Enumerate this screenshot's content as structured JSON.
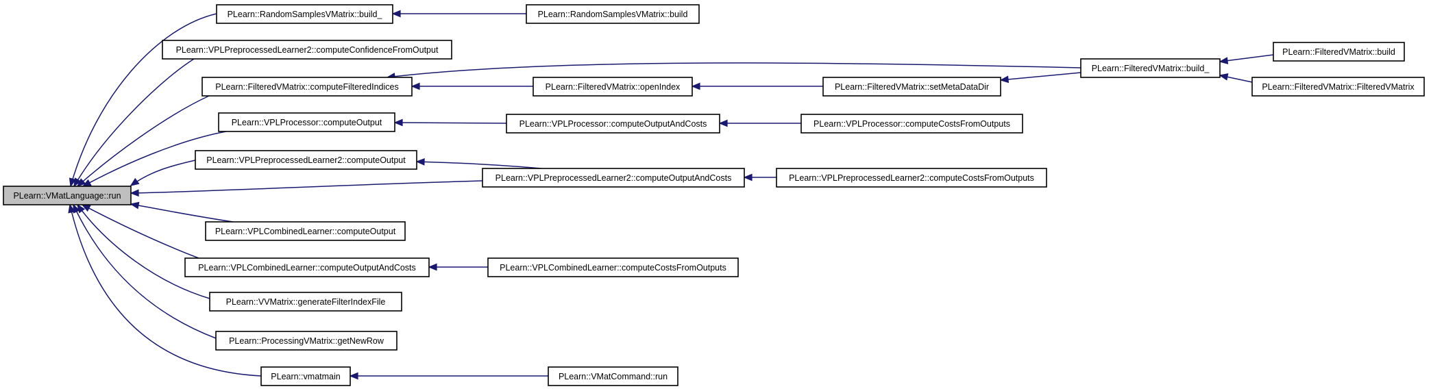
{
  "colors": {
    "edge": "#191970",
    "node_fill": "#ffffff",
    "root_fill": "#bfbfbf",
    "node_border": "#000000"
  },
  "graph": {
    "root": "PLearn::VMatLanguage::run",
    "nodes": [
      {
        "id": "run",
        "label": "PLearn::VMatLanguage::run",
        "root": true
      },
      {
        "id": "rsbuild_",
        "label": "PLearn::RandomSamplesVMatrix::build_"
      },
      {
        "id": "rsbuild",
        "label": "PLearn::RandomSamplesVMatrix::build"
      },
      {
        "id": "vplp2conf",
        "label": "PLearn::VPLPreprocessedLearner2::computeConfidenceFromOutput"
      },
      {
        "id": "fvfiltered",
        "label": "PLearn::FilteredVMatrix::computeFilteredIndices"
      },
      {
        "id": "fvopen",
        "label": "PLearn::FilteredVMatrix::openIndex"
      },
      {
        "id": "fvsetmeta",
        "label": "PLearn::FilteredVMatrix::setMetaDataDir"
      },
      {
        "id": "fvbuild_",
        "label": "PLearn::FilteredVMatrix::build_"
      },
      {
        "id": "fvbuild",
        "label": "PLearn::FilteredVMatrix::build"
      },
      {
        "id": "fvctor",
        "label": "PLearn::FilteredVMatrix::FilteredVMatrix"
      },
      {
        "id": "vplpout",
        "label": "PLearn::VPLProcessor::computeOutput"
      },
      {
        "id": "vplpoutcost",
        "label": "PLearn::VPLProcessor::computeOutputAndCosts"
      },
      {
        "id": "vplpcost",
        "label": "PLearn::VPLProcessor::computeCostsFromOutputs"
      },
      {
        "id": "vplp2out",
        "label": "PLearn::VPLPreprocessedLearner2::computeOutput"
      },
      {
        "id": "vplp2outcost",
        "label": "PLearn::VPLPreprocessedLearner2::computeOutputAndCosts"
      },
      {
        "id": "vplp2cost",
        "label": "PLearn::VPLPreprocessedLearner2::computeCostsFromOutputs"
      },
      {
        "id": "vplcout",
        "label": "PLearn::VPLCombinedLearner::computeOutput"
      },
      {
        "id": "vplcoutcost",
        "label": "PLearn::VPLCombinedLearner::computeOutputAndCosts"
      },
      {
        "id": "vplccost",
        "label": "PLearn::VPLCombinedLearner::computeCostsFromOutputs"
      },
      {
        "id": "vvgen",
        "label": "PLearn::VVMatrix::generateFilterIndexFile"
      },
      {
        "id": "pvgetrow",
        "label": "PLearn::ProcessingVMatrix::getNewRow"
      },
      {
        "id": "vmatmain",
        "label": "PLearn::vmatmain"
      },
      {
        "id": "vmcrun",
        "label": "PLearn::VMatCommand::run"
      }
    ],
    "edges": [
      {
        "from": "rsbuild_",
        "to": "run"
      },
      {
        "from": "vplp2conf",
        "to": "run"
      },
      {
        "from": "fvfiltered",
        "to": "run"
      },
      {
        "from": "vplpout",
        "to": "run"
      },
      {
        "from": "vplp2out",
        "to": "run"
      },
      {
        "from": "vplp2outcost",
        "to": "run"
      },
      {
        "from": "vplcout",
        "to": "run"
      },
      {
        "from": "vplcoutcost",
        "to": "run"
      },
      {
        "from": "vvgen",
        "to": "run"
      },
      {
        "from": "pvgetrow",
        "to": "run"
      },
      {
        "from": "vmatmain",
        "to": "run"
      },
      {
        "from": "rsbuild",
        "to": "rsbuild_"
      },
      {
        "from": "fvopen",
        "to": "fvfiltered"
      },
      {
        "from": "fvbuild_",
        "to": "fvfiltered"
      },
      {
        "from": "fvsetmeta",
        "to": "fvopen"
      },
      {
        "from": "fvbuild_",
        "to": "fvsetmeta"
      },
      {
        "from": "fvbuild",
        "to": "fvbuild_"
      },
      {
        "from": "fvctor",
        "to": "fvbuild_"
      },
      {
        "from": "vplpoutcost",
        "to": "vplpout"
      },
      {
        "from": "vplpcost",
        "to": "vplpoutcost"
      },
      {
        "from": "vplp2outcost",
        "to": "vplp2out"
      },
      {
        "from": "vplp2cost",
        "to": "vplp2outcost"
      },
      {
        "from": "vplccost",
        "to": "vplcoutcost"
      },
      {
        "from": "vmcrun",
        "to": "vmatmain"
      }
    ]
  }
}
